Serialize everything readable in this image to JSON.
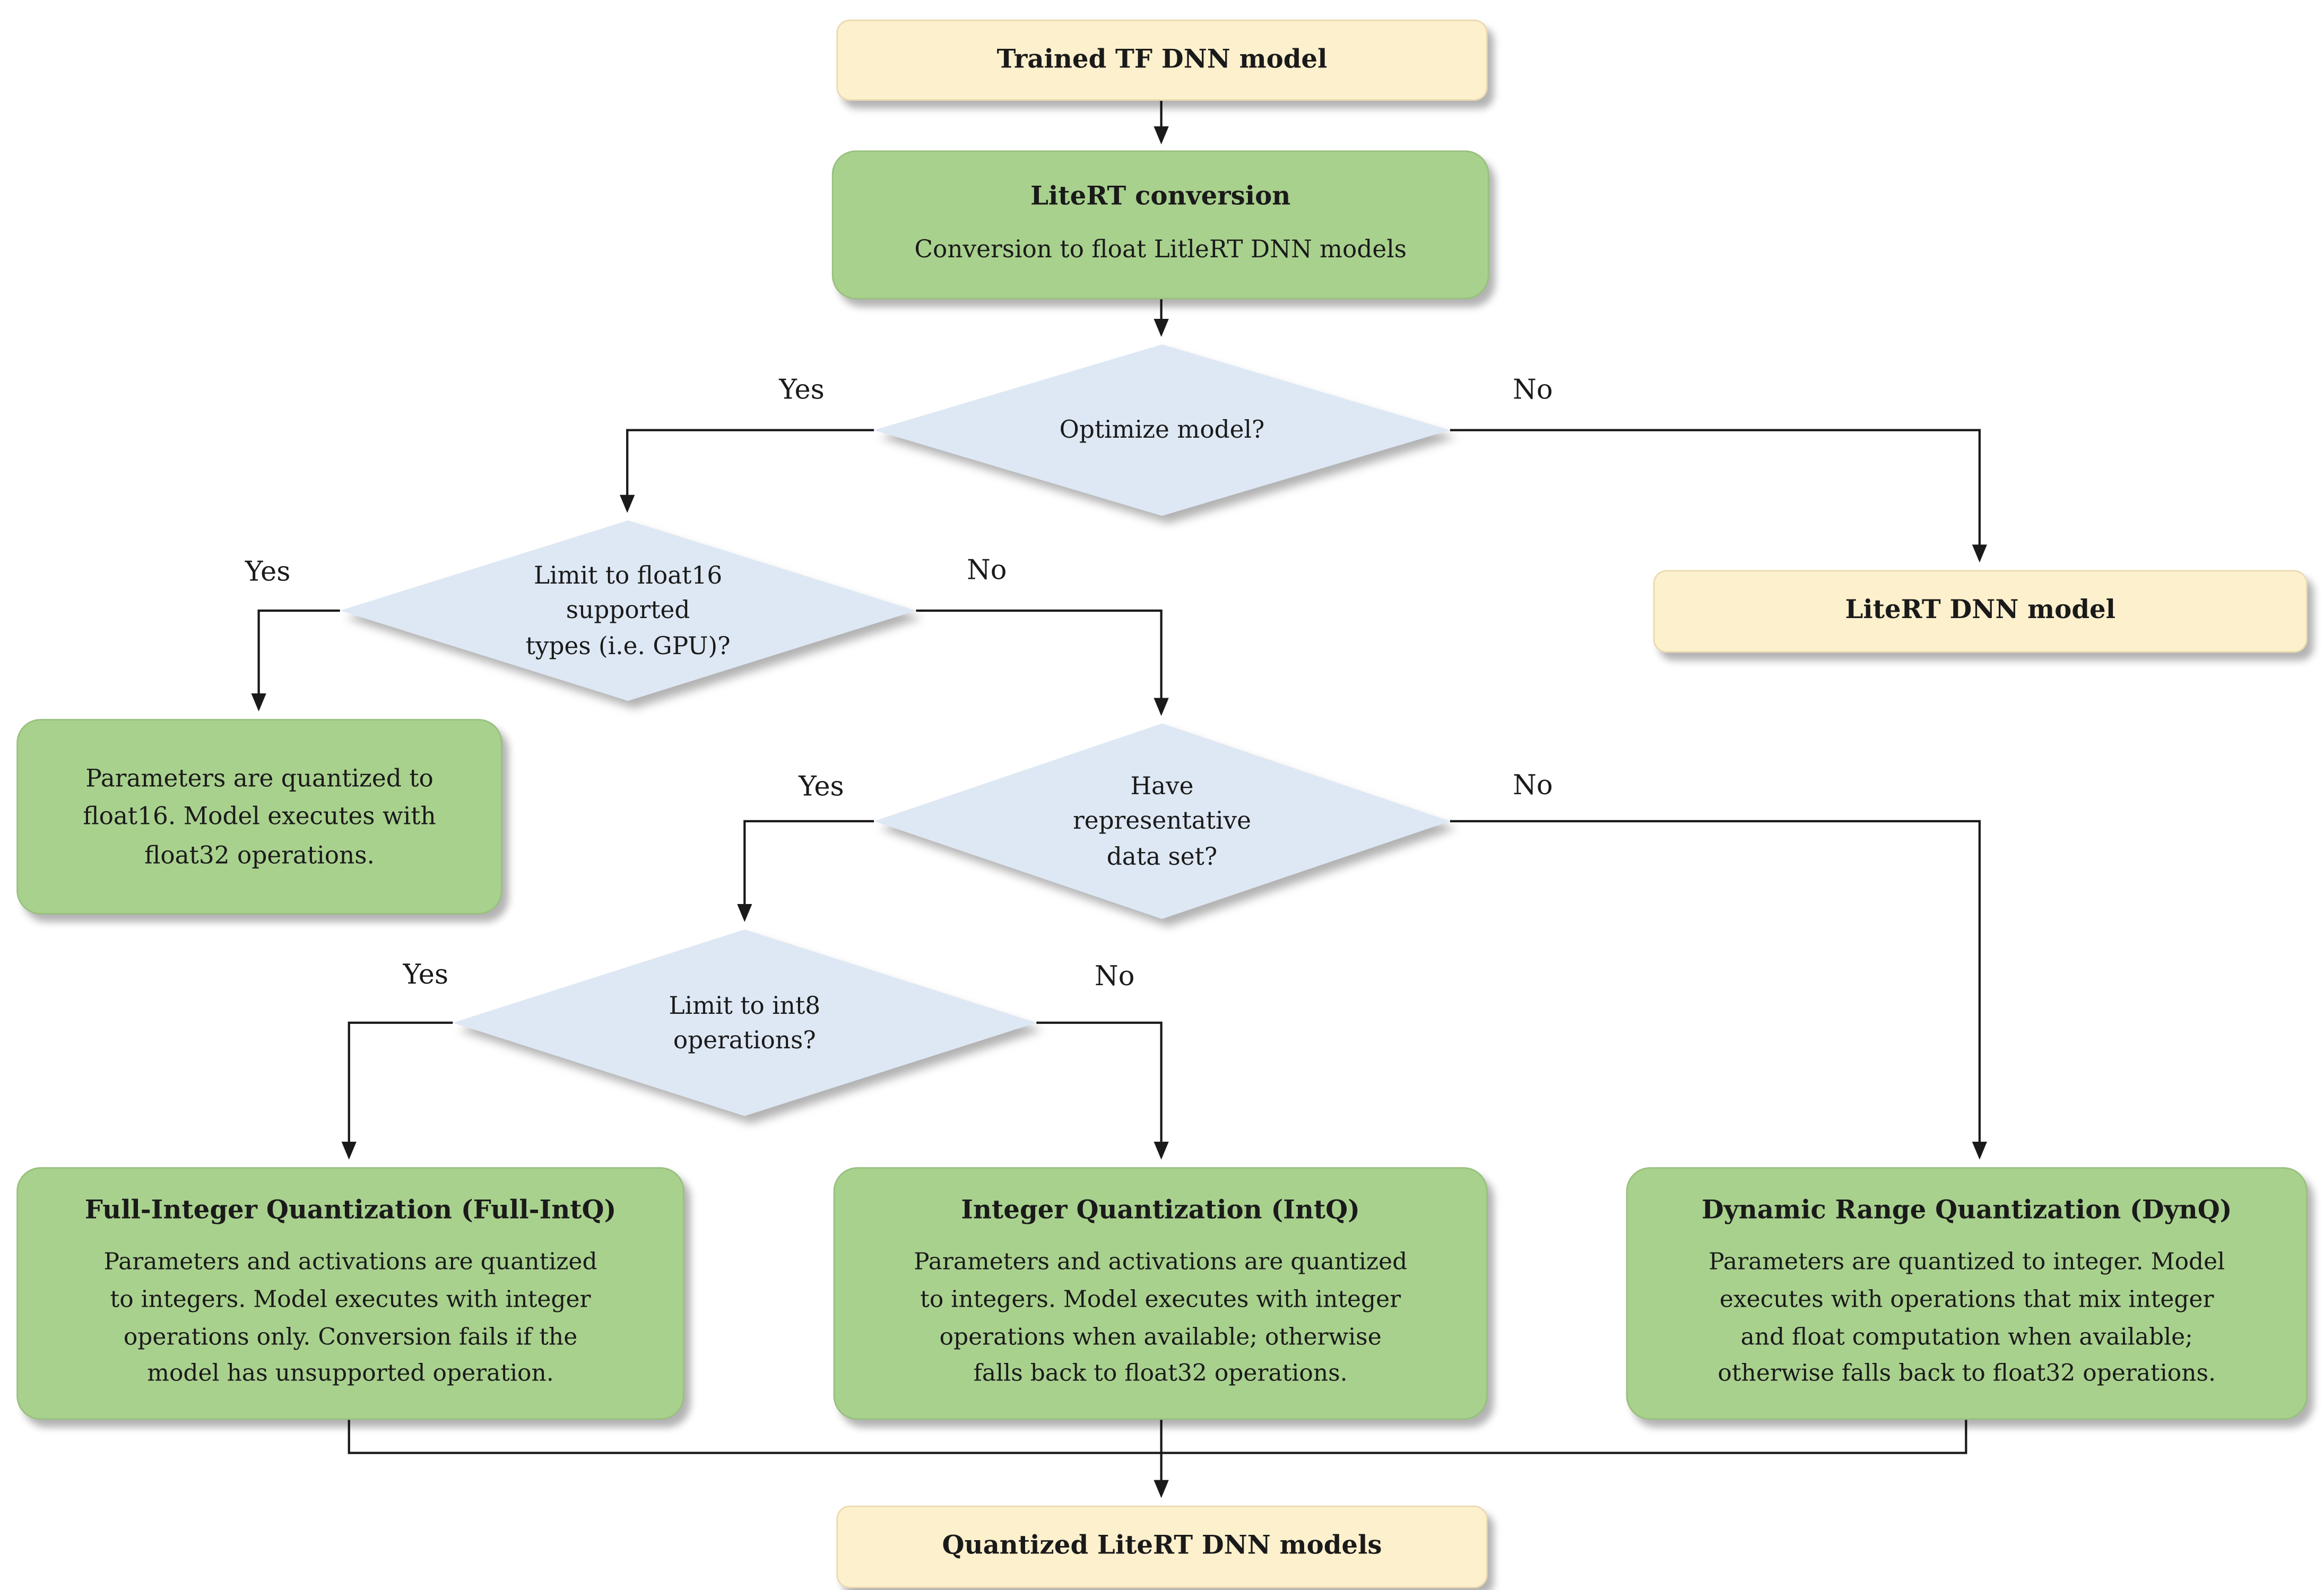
{
  "diagram": {
    "title_semantic": "LiteRT model conversion and quantization flowchart",
    "colors": {
      "terminal_fill": "#FDF0CD",
      "process_fill": "#A9D18E",
      "decision_fill": "#DEE8F4",
      "connector": "#1A1A1A",
      "text": "#1A1A1A"
    },
    "terminals": {
      "trained_model": "Trained TF DNN model",
      "litert_model": "LiteRT DNN model",
      "quantized_models": "Quantized LiteRT DNN models"
    },
    "processes": {
      "litert_conversion": {
        "title": "LiteRT conversion",
        "body": "Conversion to float LitleRT DNN models"
      },
      "float16_result": {
        "body": "Parameters are quantized to\nfloat16. Model executes with\nfloat32 operations."
      },
      "full_intq": {
        "title": "Full-Integer Quantization (Full-IntQ)",
        "body": "Parameters and activations are quantized\nto integers. Model executes with integer\noperations only. Conversion fails if the\nmodel has unsupported operation."
      },
      "intq": {
        "title": "Integer Quantization (IntQ)",
        "body": "Parameters and activations are quantized\nto integers. Model executes with integer\noperations when available; otherwise\nfalls back to float32 operations."
      },
      "dynq": {
        "title": "Dynamic Range Quantization (DynQ)",
        "body": "Parameters are quantized to integer. Model\nexecutes with operations that mix integer\nand float computation when available;\notherwise falls back to float32 operations."
      }
    },
    "decisions": {
      "optimize": {
        "question": "Optimize model?",
        "yes_label": "Yes",
        "no_label": "No"
      },
      "limit_float16": {
        "question": "Limit to float16\nsupported\ntypes (i.e. GPU)?",
        "yes_label": "Yes",
        "no_label": "No"
      },
      "have_dataset": {
        "question": "Have\nrepresentative\ndata set?",
        "yes_label": "Yes",
        "no_label": "No"
      },
      "limit_int8": {
        "question": "Limit to int8\noperations?",
        "yes_label": "Yes",
        "no_label": "No"
      }
    }
  }
}
